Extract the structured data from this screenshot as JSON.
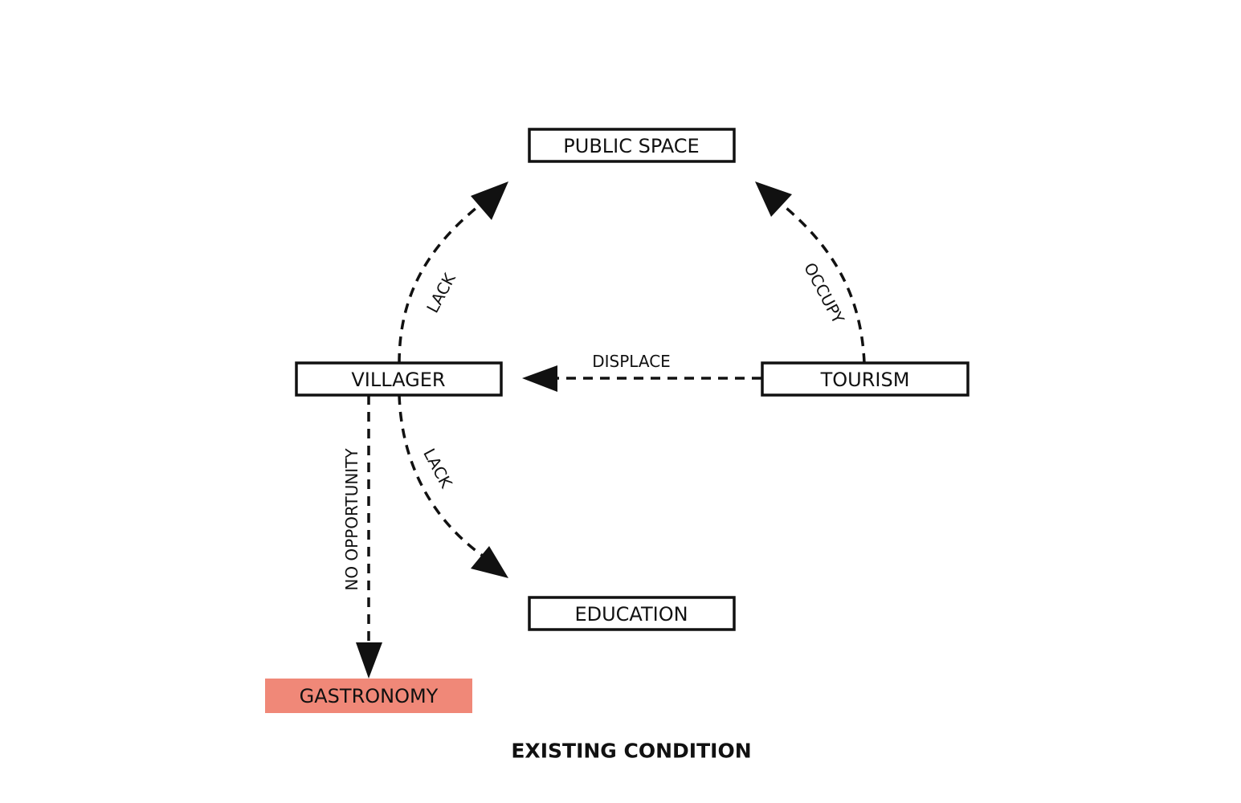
{
  "nodes": {
    "public_space": {
      "label": "PUBLIC SPACE"
    },
    "villager": {
      "label": "VILLAGER"
    },
    "tourism": {
      "label": "TOURISM"
    },
    "education": {
      "label": "EDUCATION"
    },
    "gastronomy": {
      "label": "GASTRONOMY",
      "fill": "#f08878",
      "text_color": "#ffffff"
    }
  },
  "edges": {
    "villager_public_space": {
      "label": "LACK"
    },
    "tourism_public_space": {
      "label": "OCCUPY"
    },
    "tourism_villager": {
      "label": "DISPLACE"
    },
    "villager_education": {
      "label": "LACK"
    },
    "villager_gastronomy": {
      "label": "NO OPPORTUNITY"
    }
  },
  "caption": "EXISTING CONDITION"
}
